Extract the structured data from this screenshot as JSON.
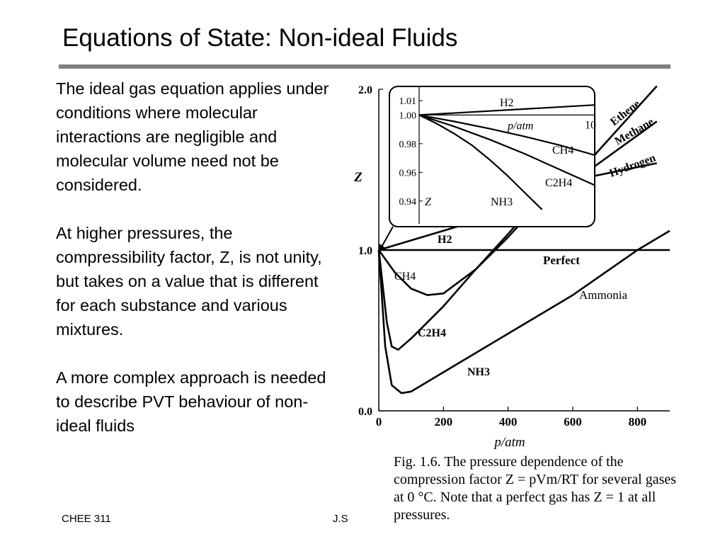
{
  "slide": {
    "title": "Equations of State: Non-ideal Fluids",
    "rule_color": "#7f7f7f"
  },
  "body": {
    "paragraphs": [
      "The ideal gas equation applies under conditions where molecular interactions are negligible and molecular volume need not be considered.",
      "At higher pressures, the compressibility factor, Z, is not unity, but takes on a value that is different for each substance and various mixtures.",
      "A more complex approach is needed to describe PVT behaviour of non-ideal fluids"
    ]
  },
  "footer": {
    "left": "CHEE 311",
    "center": "J.S"
  },
  "figure": {
    "caption": "Fig. 1.6.  The pressure dependence of the compression factor Z = pVm/RT for several gases at 0 °C. Note that a perfect gas has Z = 1 at all pressures."
  },
  "chart_data": [
    {
      "type": "line",
      "xlabel": "p/atm",
      "ylabel": "Z",
      "xlim": [
        0,
        900
      ],
      "ylim": [
        0.0,
        2.0
      ],
      "x_ticks": [
        "0",
        "200",
        "400",
        "600",
        "800"
      ],
      "y_ticks": [
        "0.0",
        "1.0",
        "2.0"
      ],
      "series": [
        {
          "name": "Perfect",
          "x": [
            0,
            900
          ],
          "y": [
            1.0,
            1.0
          ]
        },
        {
          "name": "H2",
          "x": [
            0,
            200,
            400,
            450
          ],
          "y": [
            1.0,
            1.12,
            1.24,
            1.27
          ]
        },
        {
          "name": "CH4",
          "x": [
            0,
            50,
            100,
            150,
            200,
            300,
            400,
            500,
            650
          ],
          "y": [
            1.0,
            0.86,
            0.76,
            0.72,
            0.73,
            0.88,
            1.08,
            1.3,
            1.6
          ]
        },
        {
          "name": "C2H4",
          "x": [
            0,
            25,
            40,
            60,
            100,
            200,
            300,
            400,
            600,
            650
          ],
          "y": [
            1.0,
            0.55,
            0.4,
            0.38,
            0.45,
            0.65,
            0.88,
            1.1,
            1.56,
            1.68
          ]
        },
        {
          "name": "NH3",
          "x": [
            0,
            20,
            40,
            70,
            100,
            200,
            400,
            600,
            800,
            900
          ],
          "y": [
            1.0,
            0.4,
            0.16,
            0.11,
            0.12,
            0.24,
            0.48,
            0.72,
            1.0,
            1.12
          ]
        },
        {
          "name": "Ammonia",
          "x": [],
          "y": []
        },
        {
          "name": "Ethene",
          "x": [
            640,
            860
          ],
          "y": [
            1.53,
            2.02
          ]
        },
        {
          "name": "Methane",
          "x": [
            640,
            860
          ],
          "y": [
            1.48,
            1.8
          ]
        },
        {
          "name": "Hydrogen",
          "x": [
            640,
            860
          ],
          "y": [
            1.45,
            1.54
          ]
        }
      ]
    },
    {
      "type": "line",
      "inset": true,
      "xlabel": "p/atm",
      "ylabel": "Z",
      "xlim": [
        0,
        10
      ],
      "ylim": [
        0.93,
        1.016
      ],
      "x_ticks": [
        "10"
      ],
      "y_ticks": [
        "1.01",
        "1.00",
        "0.98",
        "0.96",
        "0.94"
      ],
      "series": [
        {
          "name": "H2",
          "x": [
            0,
            10
          ],
          "y": [
            1.0,
            1.007
          ]
        },
        {
          "name": "CH4",
          "x": [
            0,
            2,
            4,
            6,
            8,
            10
          ],
          "y": [
            1.0,
            0.9955,
            0.9905,
            0.985,
            0.979,
            0.972
          ]
        },
        {
          "name": "C2H4",
          "x": [
            0,
            2,
            4,
            6,
            8,
            10
          ],
          "y": [
            1.0,
            0.992,
            0.983,
            0.973,
            0.962,
            0.951
          ]
        },
        {
          "name": "NH3",
          "x": [
            0,
            1,
            2,
            3,
            4,
            5,
            6,
            7
          ],
          "y": [
            1.0,
            0.994,
            0.987,
            0.979,
            0.969,
            0.958,
            0.946,
            0.934
          ]
        }
      ]
    }
  ]
}
